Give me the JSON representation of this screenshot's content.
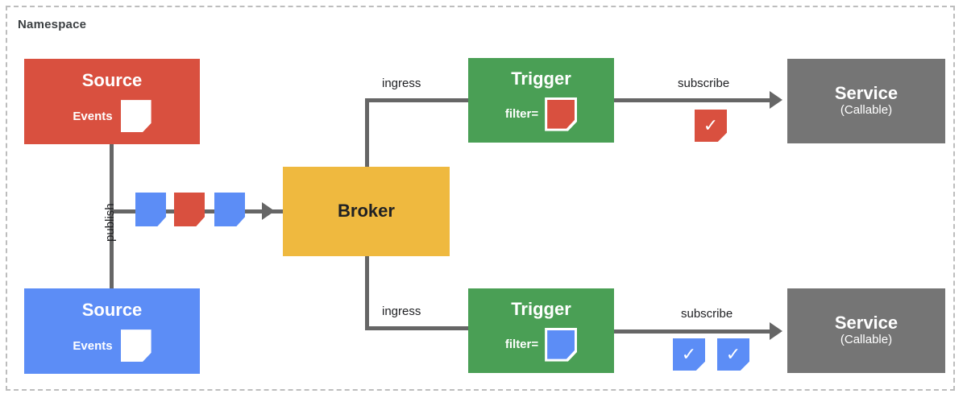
{
  "namespace": {
    "title": "Namespace"
  },
  "sources": [
    {
      "name": "source-red",
      "title": "Source",
      "events_label": "Events",
      "color": "#d9503f"
    },
    {
      "name": "source-blue",
      "title": "Source",
      "events_label": "Events",
      "color": "#5c8df6"
    }
  ],
  "broker": {
    "title": "Broker",
    "color": "#efb93f"
  },
  "triggers": [
    {
      "title": "Trigger",
      "filter_label": "filter=",
      "filter_color": "#d9503f",
      "color": "#4a9f55"
    },
    {
      "title": "Trigger",
      "filter_label": "filter=",
      "filter_color": "#5c8df6",
      "color": "#4a9f55"
    }
  ],
  "services": [
    {
      "title": "Service",
      "subtitle": "(Callable)",
      "color": "#757575"
    },
    {
      "title": "Service",
      "subtitle": "(Callable)",
      "color": "#757575"
    }
  ],
  "edges": {
    "publish": "publish",
    "ingress_top": "ingress",
    "ingress_bottom": "ingress",
    "subscribe_top": "subscribe",
    "subscribe_bottom": "subscribe"
  },
  "event_stream": [
    {
      "color": "#5c8df6"
    },
    {
      "color": "#d9503f"
    },
    {
      "color": "#5c8df6"
    }
  ],
  "delivery_marks": {
    "top": [
      {
        "glyph": "✓",
        "color": "#d9503f"
      }
    ],
    "bottom": [
      {
        "glyph": "✓",
        "color": "#5c8df6"
      },
      {
        "glyph": "✓",
        "color": "#5c8df6"
      }
    ]
  },
  "palette": {
    "red": "#d9503f",
    "blue": "#5c8df6",
    "green": "#4a9f55",
    "yellow": "#efb93f",
    "grey": "#757575",
    "line": "#666666",
    "frame": "#bdbdbd"
  }
}
